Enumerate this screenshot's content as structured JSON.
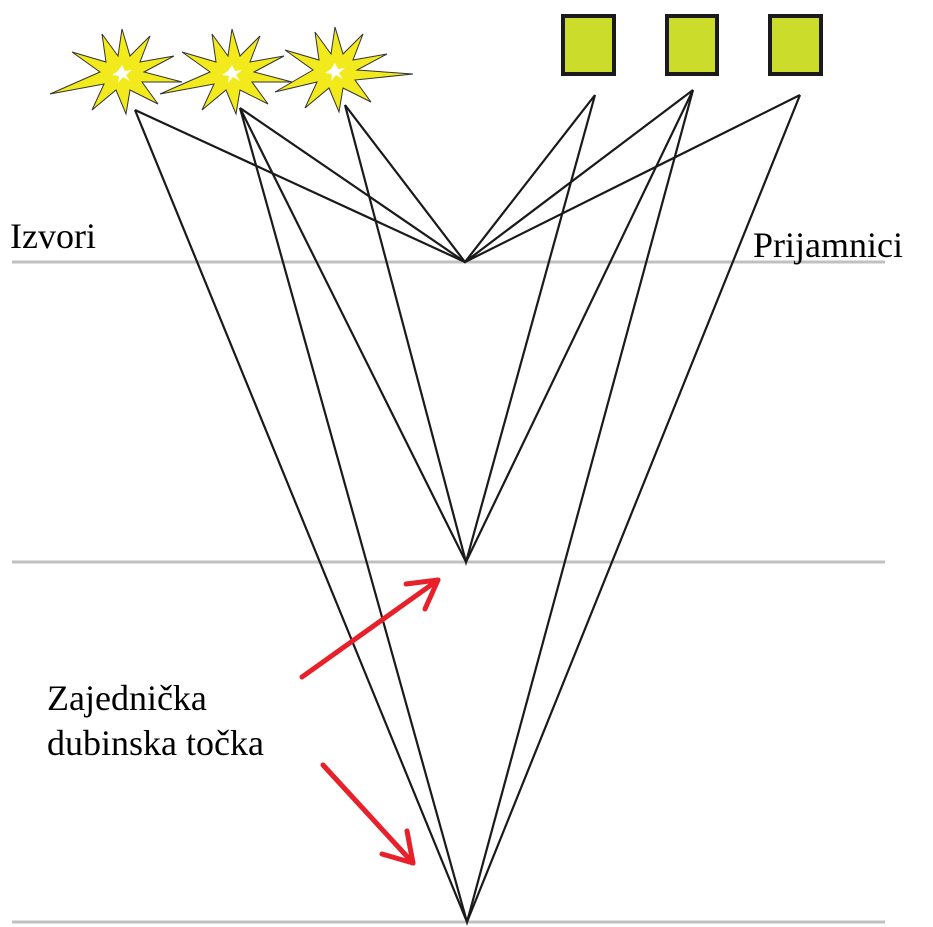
{
  "labels": {
    "sources": "Izvori",
    "receivers": "Prijamnici",
    "cdp_line1": "Zajednička",
    "cdp_line2": "dubinska točka"
  },
  "colors": {
    "background": "#ffffff",
    "ray": "#1a1a1a",
    "reflector": "#c0c0c0",
    "source_fill": "#f2ea1c",
    "source_core": "#ffffff",
    "receiver_fill": "#cbdc2a",
    "receiver_stroke": "#1a1a1a",
    "arrow": "#e8202a"
  },
  "icons": {
    "source": "explosion-icon",
    "receiver": "receiver-square-icon"
  },
  "counts": {
    "sources": 3,
    "receivers": 3,
    "reflectors": 3
  }
}
